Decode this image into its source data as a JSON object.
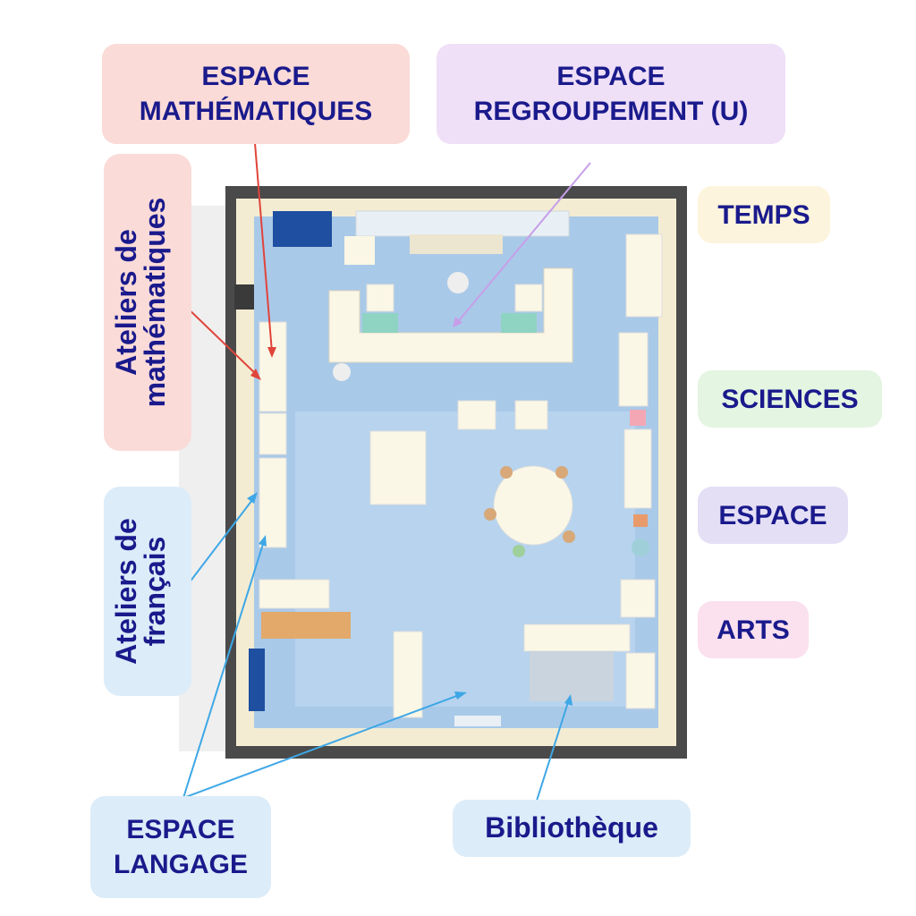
{
  "labels": {
    "maths_space": {
      "line1": "ESPACE",
      "line2": "MATHÉMATIQUES",
      "color": "#fadbd8"
    },
    "regroupement": {
      "line1": "ESPACE",
      "line2": "REGROUPEMENT (U)",
      "color": "#efdff7"
    },
    "temps": {
      "text": "TEMPS",
      "color": "#fdf4dd"
    },
    "sciences": {
      "text": "SCIENCES",
      "color": "#e4f5e2"
    },
    "espace": {
      "text": "ESPACE",
      "color": "#e4dff5"
    },
    "arts": {
      "text": "ARTS",
      "color": "#fbe0ee"
    },
    "ateliers_maths": {
      "line1": "Ateliers de",
      "line2": "mathématiques",
      "color": "#fadbd8"
    },
    "ateliers_francais": {
      "line1": "Ateliers de",
      "line2": "français",
      "color": "#dcecf9"
    },
    "langage": {
      "line1": "ESPACE",
      "line2": "LANGAGE",
      "color": "#dcecf9"
    },
    "bibliotheque": {
      "text": "Bibliothèque",
      "color": "#dcecf9"
    }
  },
  "colors": {
    "text": "#1a1a8c",
    "floor": "#a9c9e8",
    "wall": "#4a4a4a",
    "wall_inner": "#f3ecd3",
    "furniture": "#fbf7e6",
    "arrow_red": "#e0443a",
    "arrow_purple": "#c79ee8",
    "arrow_blue": "#3ea7e6"
  }
}
